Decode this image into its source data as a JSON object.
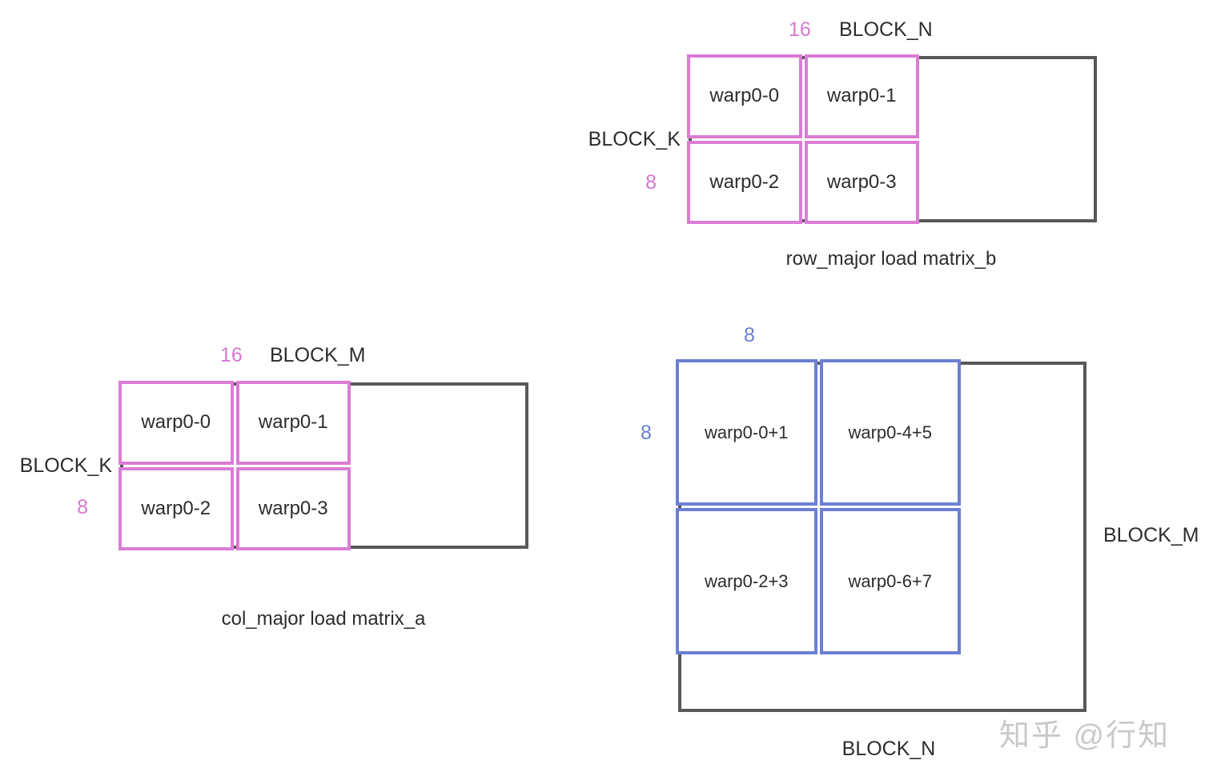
{
  "colors": {
    "pink": "#db7cd5",
    "blue": "#6b7fd3",
    "outline_gray": "#58585a",
    "text": "#2d2d2d",
    "watermark_gray": "#c9c9c9"
  },
  "diagram_b": {
    "top_value": "16",
    "top_label": "BLOCK_N",
    "side_label": "BLOCK_K",
    "side_value": "8",
    "cells": [
      "warp0-0",
      "warp0-1",
      "warp0-2",
      "warp0-3"
    ],
    "caption": "row_major load matrix_b"
  },
  "diagram_a": {
    "top_value": "16",
    "top_label": "BLOCK_M",
    "side_label": "BLOCK_K",
    "side_value": "8",
    "cells": [
      "warp0-0",
      "warp0-1",
      "warp0-2",
      "warp0-3"
    ],
    "caption": "col_major load matrix_a"
  },
  "diagram_c": {
    "top_value": "8",
    "side_value": "8",
    "right_label": "BLOCK_M",
    "bottom_label": "BLOCK_N",
    "cells": [
      "warp0-0+1",
      "warp0-4+5",
      "warp0-2+3",
      "warp0-6+7"
    ]
  },
  "watermark": "知乎 @行知"
}
